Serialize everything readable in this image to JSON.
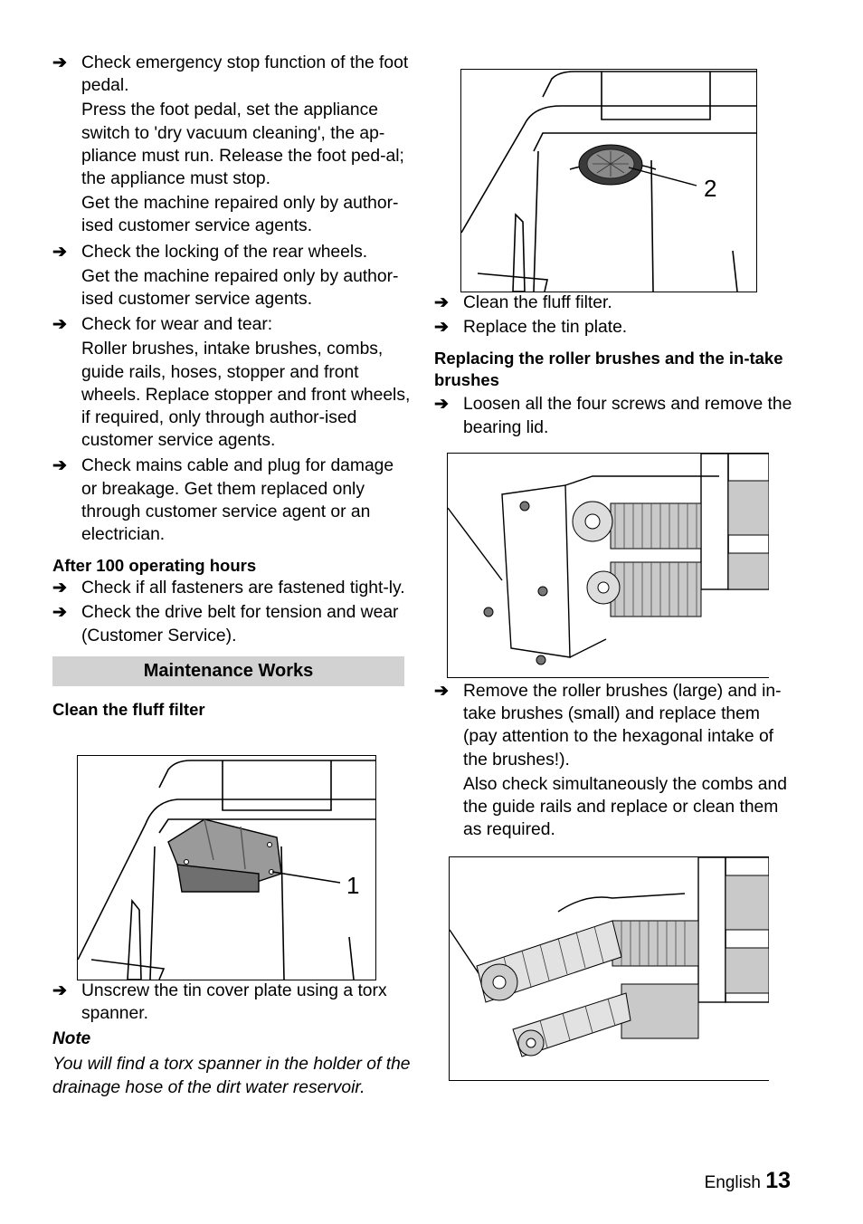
{
  "left": {
    "checks_pre": [
      {
        "text": "Check emergency stop function of the foot pedal.",
        "subs": [
          "Press the foot pedal, set the appliance switch to 'dry vacuum cleaning', the ap-pliance must run.  Release the foot ped-al; the appliance must stop.",
          "Get the machine repaired only by author-ised customer service agents."
        ]
      },
      {
        "text": "Check the locking of the rear wheels.",
        "subs": [
          "Get the machine repaired only by author-ised customer service agents."
        ]
      },
      {
        "text": "Check for wear and tear:",
        "subs": [
          "Roller brushes, intake brushes, combs, guide rails, hoses, stopper and front wheels. Replace stopper and front wheels, if required, only through author-ised customer service agents."
        ]
      },
      {
        "text": "Check mains cable and plug for damage or breakage.  Get them replaced only through customer service agent or an electrician.",
        "subs": []
      }
    ],
    "after100_heading": "After 100 operating hours",
    "after100_items": [
      "Check if all fasteners are fastened tight-ly.",
      "Check the drive belt for tension and wear (Customer Service)."
    ],
    "section_title": "Maintenance Works",
    "fluff_heading": "Clean the fluff filter",
    "figure1_callout": "1",
    "unscrew_item": "Unscrew the tin cover plate using a torx spanner.",
    "note_title": "Note",
    "note_text": "You will find a torx spanner in the holder of the drainage hose of the dirt water reservoir."
  },
  "right": {
    "figure2_callout": "2",
    "fluff_items": [
      "Clean the fluff filter.",
      "Replace the tin plate."
    ],
    "replace_heading": "Replacing the roller brushes and the in-take brushes",
    "loosen_item": "Loosen all the four screws and remove the bearing lid.",
    "remove_item": "Remove the roller brushes (large) and in-take brushes (small) and replace them (pay attention to the hexagonal intake of the brushes!).",
    "remove_sub": "Also check simultaneously the combs and the guide rails and replace or clean them as required."
  },
  "footer": {
    "language": "English",
    "page": "13"
  },
  "icons": {
    "bullet": "arrow-right-icon"
  }
}
